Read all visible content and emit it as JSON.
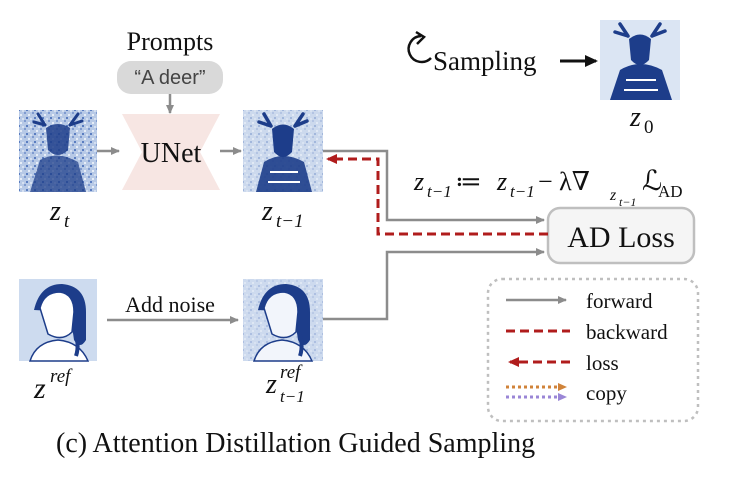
{
  "prompts_label": "Prompts",
  "prompt_text": "“A deer”",
  "unet_label": "UNet",
  "sampling_label": "Sampling",
  "z0_symbol": "z",
  "z0_sub": "0",
  "zt_symbol": "z",
  "zt_sub": "t",
  "zt1_symbol": "z",
  "zt1_sub": "t−1",
  "zref_symbol": "z",
  "zref_sup": "ref",
  "zref_t1_symbol": "z",
  "zref_t1_sup": "ref",
  "zref_t1_sub": "t−1",
  "add_noise_label": "Add noise",
  "ad_loss_label": "AD Loss",
  "update_rule": {
    "lhs": "z",
    "lhs_sub": "t−1",
    "assign": " ≔ ",
    "rhs_z": "z",
    "rhs_z_sub": "t−1",
    "minus_lambda_nabla": " − λ∇",
    "grad_sub_z": "z",
    "grad_sub_sub": "t−1",
    "loss_symbol": "ℒ",
    "loss_sub": "AD"
  },
  "legend": [
    {
      "label": "forward",
      "color": "#8c8c8c",
      "style": "solid"
    },
    {
      "label": "backward",
      "color": "#b01c1c",
      "style": "dashed"
    },
    {
      "label": "loss",
      "color": "#b01c1c",
      "style": "dashed"
    },
    {
      "label": "copy",
      "color": "#d0833a",
      "style": "dotted",
      "color2": "#9a86d6"
    }
  ],
  "caption": "(c) Attention Distillation Guided Sampling",
  "colors": {
    "forward": "#8c8c8c",
    "backward": "#b01c1c",
    "copy_orange": "#d0833a",
    "copy_purple": "#9a86d6",
    "unet_fill": "#f7e6e3",
    "prompt_fill": "#d9d9d9",
    "image_bg": "#c8d8ee",
    "image_ink": "#1d3d8a"
  }
}
